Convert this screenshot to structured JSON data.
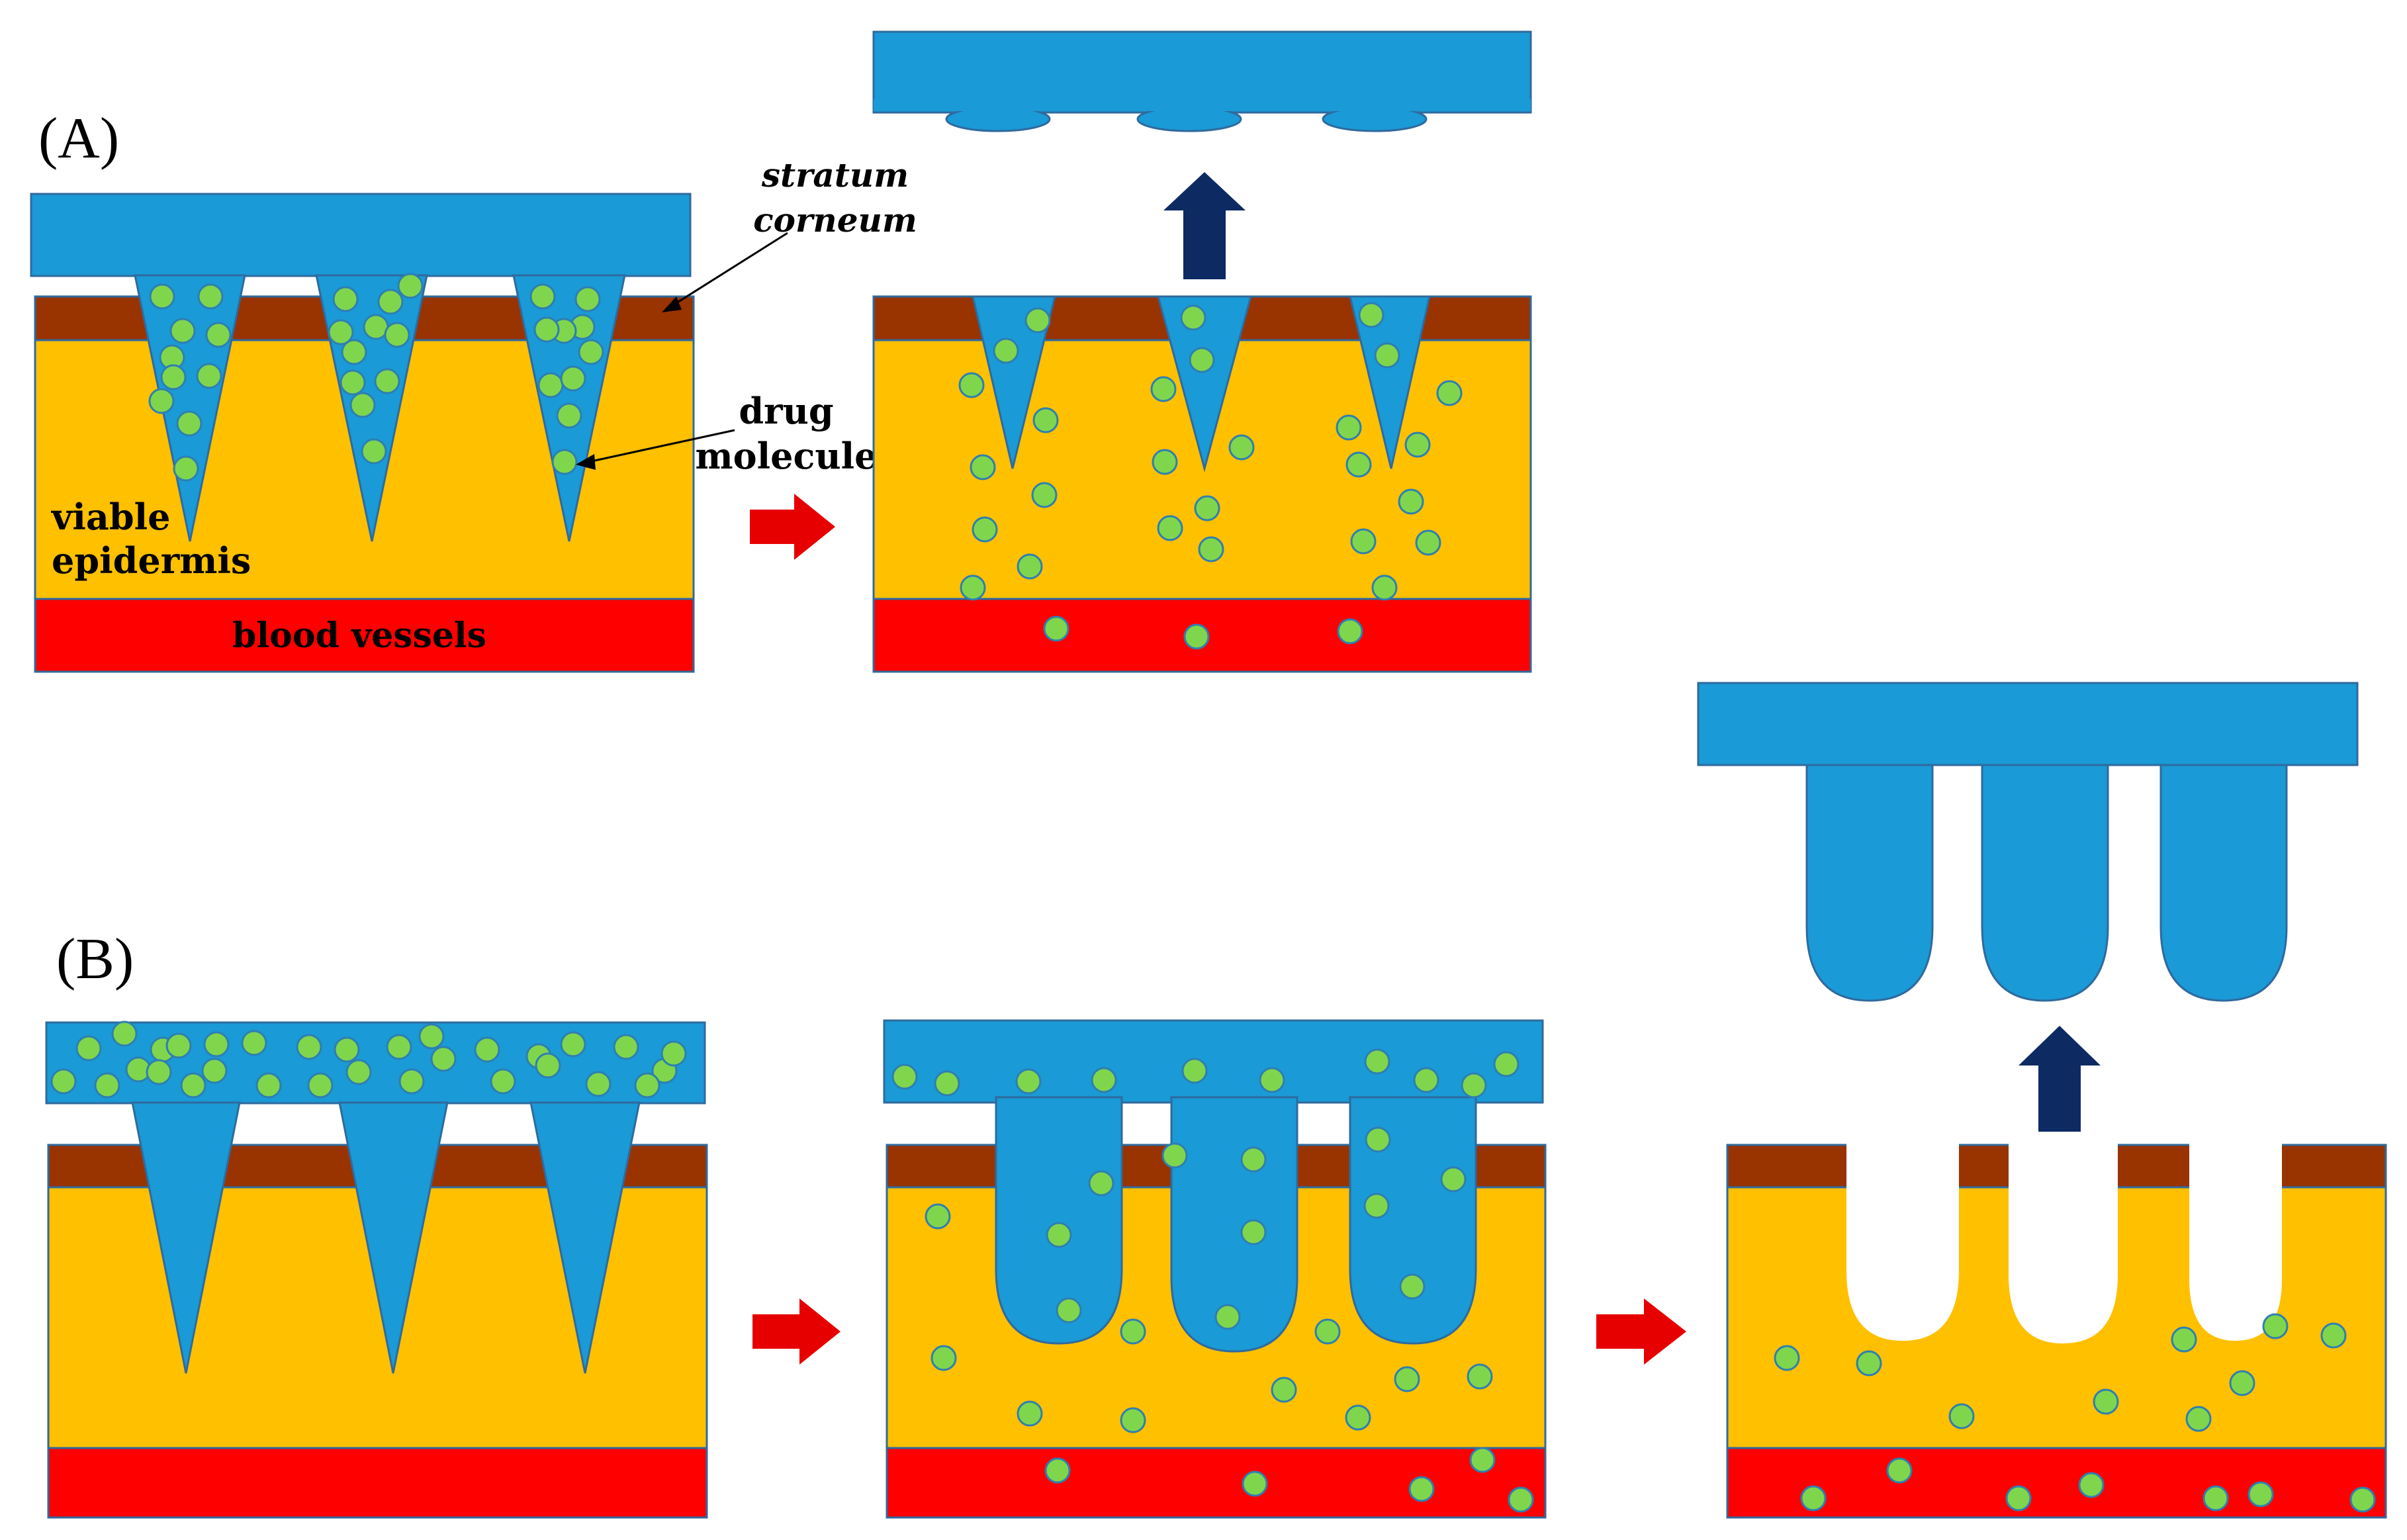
{
  "panels": [
    {
      "label": "(A)"
    },
    {
      "label": "(B)"
    }
  ],
  "labels": {
    "stratum_corneum": [
      "stratum",
      "corneum"
    ],
    "drug_molecule": [
      "drug",
      "molecule"
    ],
    "viable_epidermis": [
      "viable",
      "epidermis"
    ],
    "blood_vessels": "blood vessels"
  },
  "colors": {
    "patch": "#1a9ad6",
    "patch_stroke": "#2f6a9e",
    "stratum_corneum": "#993300",
    "viable_epidermis": "#ffc000",
    "blood_vessels": "#ff0000",
    "drug_molecule": "#7fd64d",
    "drug_stroke": "#2e7fb0",
    "arrow_forward": "#e60000",
    "arrow_removal": "#0d2a63"
  }
}
